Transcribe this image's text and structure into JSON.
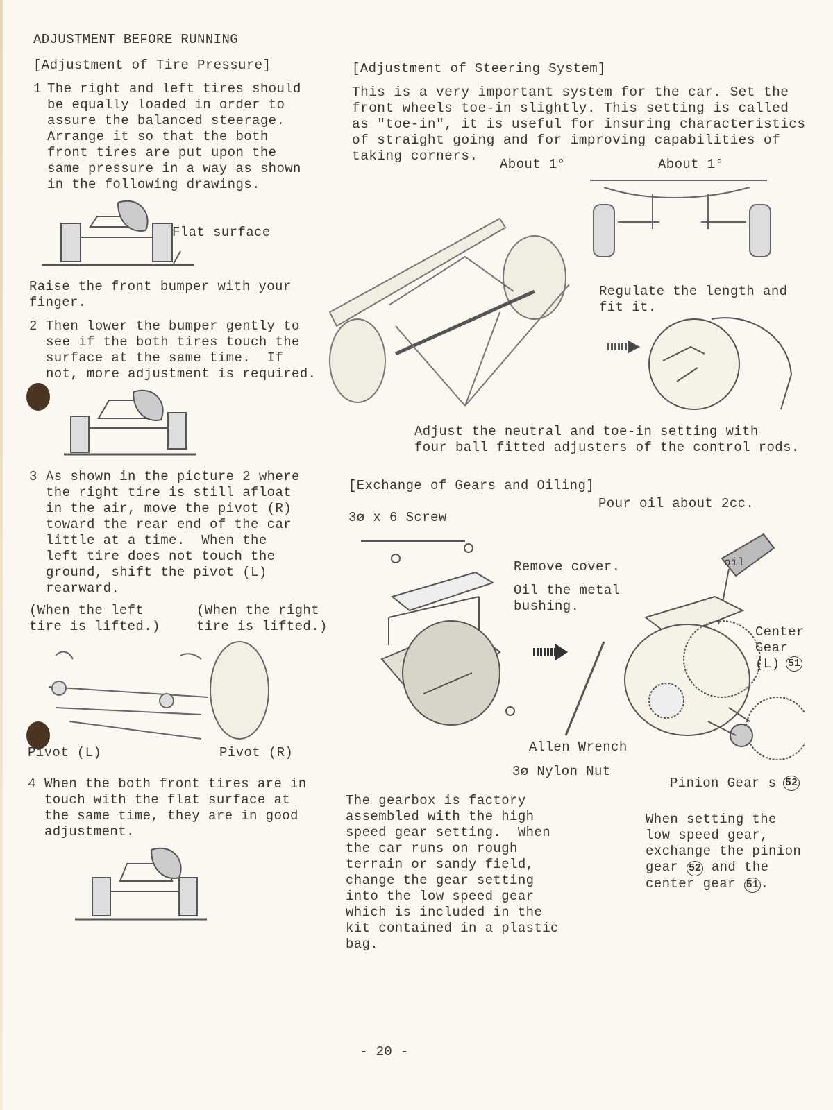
{
  "section_title": "ADJUSTMENT BEFORE RUNNING",
  "tire": {
    "heading": "[Adjustment of Tire Pressure]",
    "step1_num": "1",
    "step1": "The right and left tires should\nbe equally loaded in order to\nassure the balanced steerage.\nArrange it so that the both\nfront tires are put upon the\nsame pressure in a way as shown\nin the following drawings.",
    "flat_surface": "Flat surface",
    "raise": "Raise the front bumper with your\nfinger.",
    "step2_num": "2",
    "step2": "Then lower the bumper gently to\nsee if the both tires touch the\nsurface at the same time.  If\nnot, more adjustment is required.",
    "step3_num": "3",
    "step3": "As shown in the picture 2 where\nthe right tire is still afloat\nin the air, move the pivot (R)\ntoward the rear end of the car\nlittle at a time.  When the\nleft tire does not touch the\nground, shift the pivot (L)\nrearward.",
    "left_lifted": "(When the left\ntire is lifted.)",
    "right_lifted": "(When the right\ntire is lifted.)",
    "pivot_l": "Pivot (L)",
    "pivot_r": "Pivot (R)",
    "step4_num": "4",
    "step4": "When the both front tires are in\ntouch with the flat surface at\nthe same time, they are in good\nadjustment."
  },
  "steering": {
    "heading": "[Adjustment of Steering System]",
    "body": "This is a very important system for the car. Set the\nfront wheels toe-in slightly. This setting is called\nas \"toe-in\", it is useful for insuring characteristics\nof straight going and for improving capabilities of\ntaking corners.",
    "about_left": "About 1°",
    "about_right": "About 1°",
    "regulate": "Regulate the length and\nfit it.",
    "adjust": "Adjust the neutral and toe-in setting with\nfour ball fitted adjusters of the control rods."
  },
  "gears": {
    "heading": "[Exchange of Gears and Oiling]",
    "pour_oil": "Pour oil about 2cc.",
    "screw": "3ø x 6 Screw",
    "remove_cover": "Remove cover.",
    "oil_bushing": "Oil the metal\nbushing.",
    "oil_label": "oil",
    "center_gear": "Center\nGear\n(L)",
    "center_gear_num": "51",
    "allen_wrench": "Allen Wrench",
    "nylon_nut": "3ø Nylon Nut",
    "pinion_gears": "Pinion Gear s",
    "pinion_num": "52",
    "gearbox_text": "The gearbox is factory\nassembled with the high\nspeed gear setting.  When\nthe car runs on rough\nterrain or sandy field,\nchange the gear setting\ninto the low speed gear\nwhich is included in the\nkit contained in a plastic\nbag.",
    "low_speed_a": "When setting the\nlow speed gear,\nexchange the pinion\ngear ",
    "low_speed_num1": "52",
    "low_speed_b": " and the\ncenter gear ",
    "low_speed_num2": "51",
    "low_speed_c": "."
  },
  "page_number": "- 20 -"
}
